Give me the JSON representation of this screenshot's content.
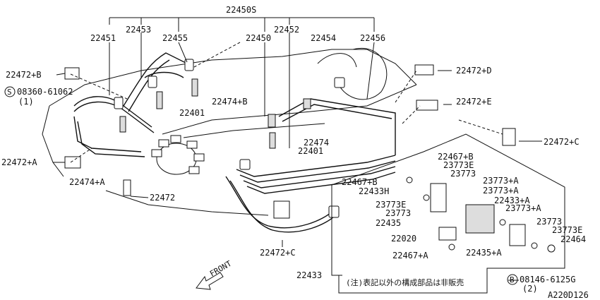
{
  "labels": {
    "p22450S": "22450S",
    "p22453": "22453",
    "p22451": "22451",
    "p22455": "22455",
    "p22452": "22452",
    "p22450": "22450",
    "p22454": "22454",
    "p22456": "22456",
    "p22472B": "22472+B",
    "p22472D": "22472+D",
    "screw": "08360-61062",
    "screw_qty": "(1)",
    "p22474B": "22474+B",
    "p22401a": "22401",
    "p22472E": "22472+E",
    "p22472C_r": "22472+C",
    "p22474": "22474",
    "p22401b": "22401",
    "p22467B_a": "22467+B",
    "p22472A": "22472+A",
    "p23773E_a": "23773E",
    "p23773_a": "23773",
    "p22474A": "22474+A",
    "p22467B_b": "22467+B",
    "p23773A_a": "23773+A",
    "p22433H": "22433H",
    "p23773A_b": "23773+A",
    "p22472": "22472",
    "p22433A": "22433+A",
    "p23773E_b": "23773E",
    "p23773A_c": "23773+A",
    "p23773_b": "23773",
    "p22435": "22435",
    "p23773_c": "23773",
    "p23773E_c": "23773E",
    "p22020": "22020",
    "p22464": "22464",
    "p22472C_b": "22472+C",
    "p22435A": "22435+A",
    "p22467A": "22467+A",
    "p22433": "22433",
    "bolt": "08146-6125G",
    "bolt_qty": "(2)",
    "note": "(注)表記以外の構成部品は非販売",
    "front": "FRONT",
    "diagram_id": "A220D126",
    "s_mark": "S",
    "b_mark": "B"
  }
}
